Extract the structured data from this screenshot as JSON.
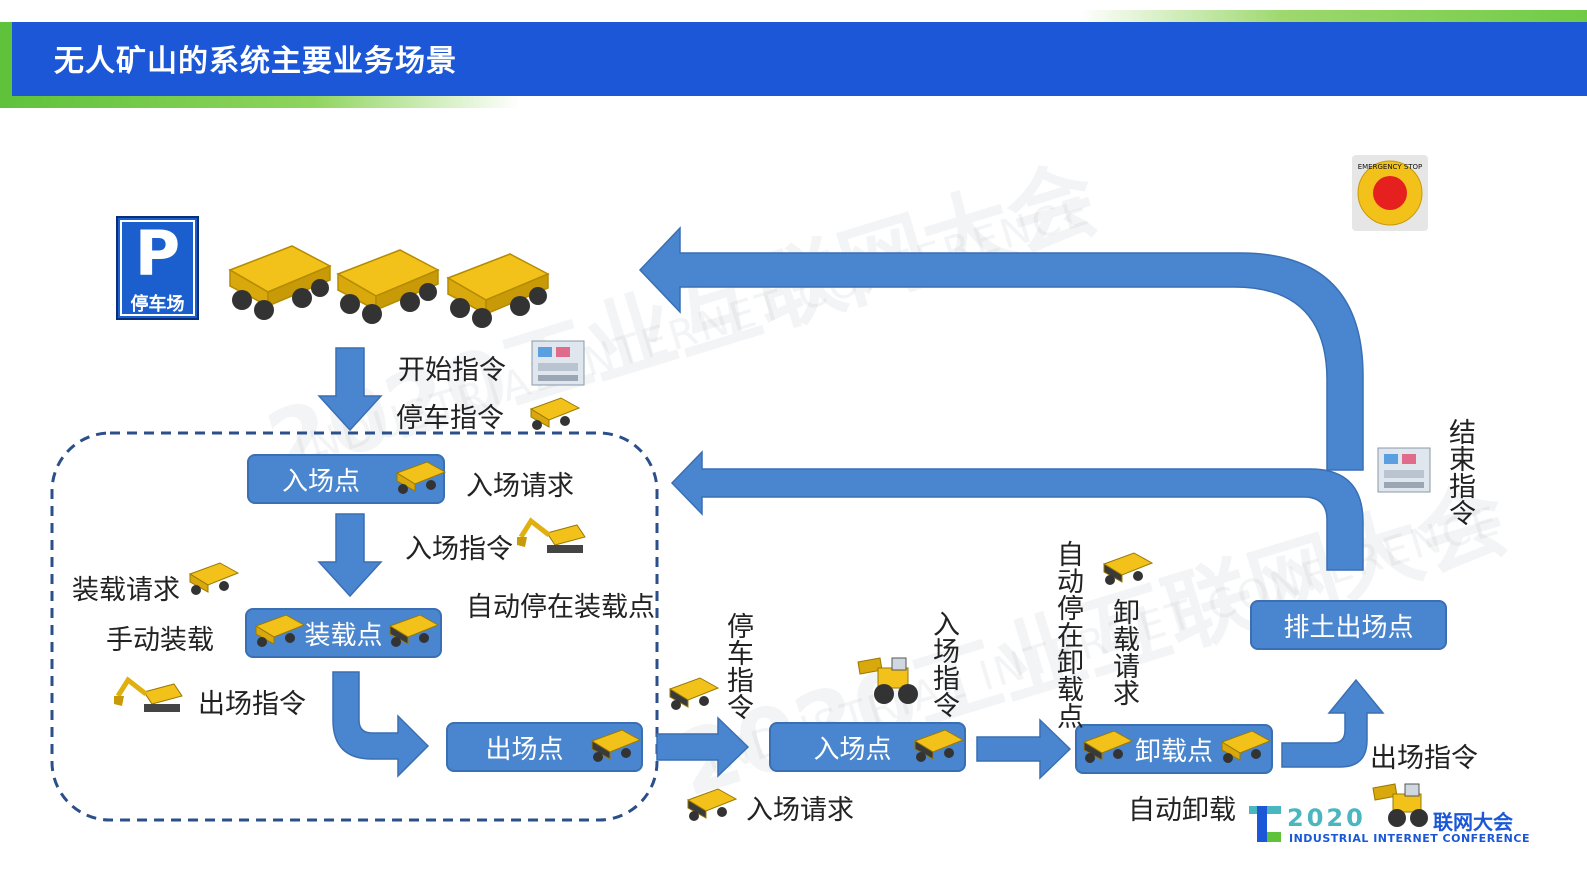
{
  "header": {
    "title": "无人矿山的系统主要业务场景"
  },
  "watermark": {
    "cn": "2020工业互联网大会",
    "en": "INDUSTRIAL INTERNET CONFERENCE"
  },
  "parking": {
    "symbol": "P",
    "label": "停车场"
  },
  "nodes": {
    "entry": "入场点",
    "loading": "装载点",
    "exit": "出场点",
    "entry2": "入场点",
    "unloading": "卸载点",
    "dump_exit": "排土出场点"
  },
  "labels": {
    "start_cmd": "开始指令",
    "park_cmd": "停车指令",
    "entry_request": "入场请求",
    "entry_cmd": "入场指令",
    "load_request": "装载请求",
    "auto_park_load": "自动停在装载点",
    "manual_load": "手动装载",
    "exit_cmd": "出场指令",
    "stop_cmd_v": "停车指令",
    "entry_request2": "入场请求",
    "entry_cmd_v": "入场指令",
    "auto_park_unload_v": "自动停在卸载点",
    "unload_request_v": "卸载请求",
    "auto_unload": "自动卸载",
    "exit_cmd2": "出场指令",
    "end_cmd_v": "结束指令"
  },
  "emergency": {
    "text": "EMERGENCY STOP"
  },
  "logo": {
    "year": "2020",
    "cn": "联网大会",
    "en": "INDUSTRIAL INTERNET CONFERENCE"
  },
  "colors": {
    "header_blue": "#1b57d6",
    "accent_green": "#5fc23a",
    "node_blue": "#4a86cf",
    "arrow_blue": "#4a86cf",
    "truck_yellow": "#f2c21b"
  }
}
